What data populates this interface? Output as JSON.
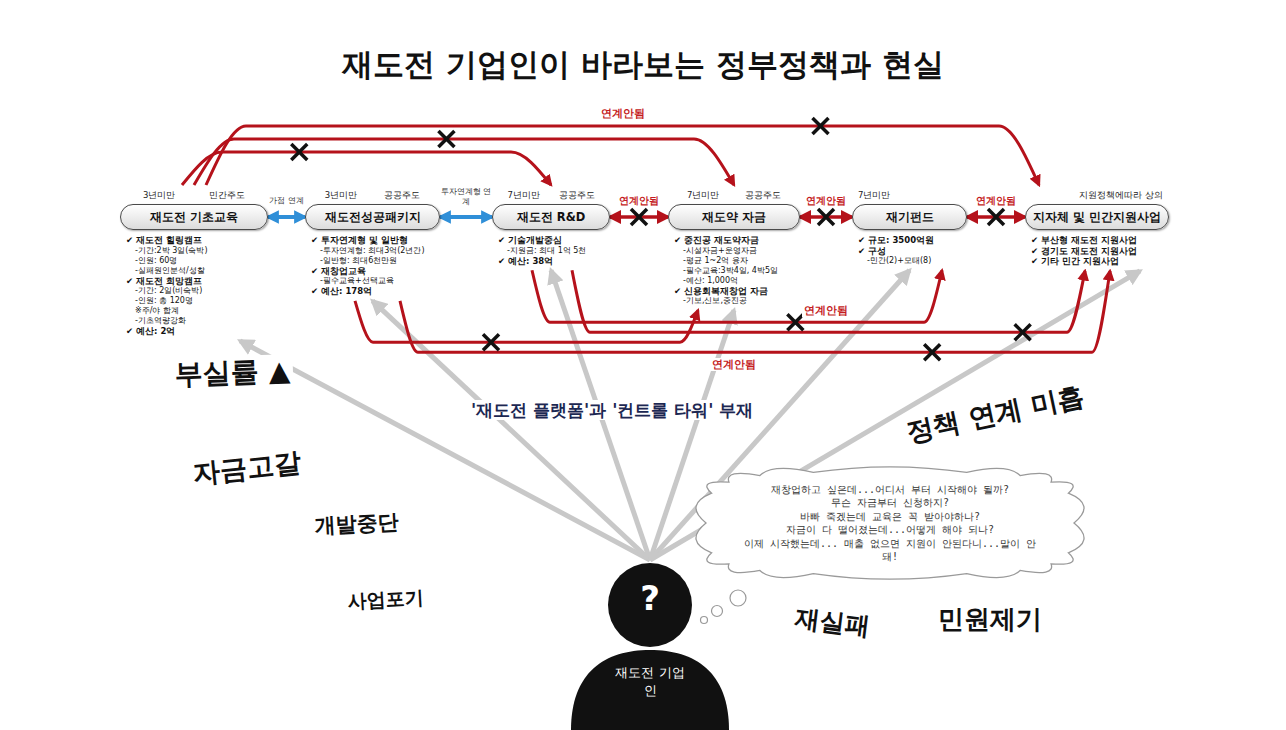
{
  "diagram": {
    "title": "재도전 기업인이 바라보는 정부정책과 현실",
    "nodes": [
      {
        "text": [
          "3년미만",
          "민간주도",
          "재도전 기초교육",
          "✔ 재도전 힐링캠프",
          "-기간:2박 3일(숙박)",
          "-인원: 60명",
          "-실패원인분석/성찰",
          "✔ 재도전 희망캠프",
          "-기간: 2일(비숙박)",
          "-인원: 총 120명",
          "※주/야 합계",
          "-기초역량강화",
          "✔ 예산: 2억"
        ]
      },
      {
        "text": [
          "3년미만",
          "공공주도",
          "재도전성공패키지",
          "✔ 투자연계형 및 일반형",
          "-투자연계형: 최대3억(2년간)",
          "-일반형: 최대6천만원",
          "✔ 재창업교육",
          "-필수교육+선택교육",
          "✔ 예산: 178억"
        ]
      },
      {
        "text": [
          "7년미만",
          "공공주도",
          "재도전 R&D",
          "✔ 기술개발중심",
          "-지원금: 최대 1억 5천",
          "✔ 예산: 38억"
        ]
      },
      {
        "text": [
          "7년미만",
          "공공주도",
          "재도약 자금",
          "✔ 중진공 재도약자금",
          "-시설자금+운영자금",
          "-평균 1~2억 융자",
          "-필수교육:3박4일, 4박5일",
          "-예산: 1,000억",
          "✔ 신용회복재창업 자금",
          "-기보,신보,중진공"
        ]
      },
      {
        "text": [
          "7년미만",
          "재기펀드",
          "✔ 규모: 3500억원",
          "✔ 구성",
          "-민간(2)+모태(8)"
        ]
      },
      {
        "text": [
          "지원정책에따라 상의",
          "지자체 및 민간지원사업",
          "✔ 부산형 재도전 지원사업",
          "✔ 경기도 재도전 지원사업",
          "✔ 기타 민간 지원사업"
        ]
      },
      {
        "text": [
          "재창업하고 싶은데...어디서 부터 시작해야 될까?",
          "무슨 자금부터 신청하지?",
          "바빠 죽겠는데 교육은 꼭 받아야하나?",
          "자금이 다 떨어졌는데...어떻게 해야 되나?",
          "이제 시작했는데... 매출 없으면 지원이 안된다니...말이 안돼!"
        ]
      },
      {
        "text": [
          "?",
          "재도전 기업인"
        ]
      }
    ],
    "edges": [
      {
        "from": 0,
        "to": 1,
        "arrow": "both",
        "label": "가점 연계"
      },
      {
        "from": 1,
        "to": 2,
        "arrow": "both",
        "label": "투자연계형 연계"
      },
      {
        "from": 2,
        "to": 3,
        "arrow": "both",
        "label": "연계안됨"
      },
      {
        "from": 3,
        "to": 4,
        "arrow": "both",
        "label": "연계안됨"
      },
      {
        "from": 4,
        "to": 5,
        "arrow": "both",
        "label": "연계안됨"
      },
      {
        "from": 0,
        "to": 2,
        "arrow": "to"
      },
      {
        "from": 0,
        "to": 3,
        "arrow": "to"
      },
      {
        "from": 0,
        "to": 5,
        "arrow": "to",
        "label": "연계안됨"
      },
      {
        "from": 2,
        "to": 4,
        "arrow": "to",
        "label": "연계안됨"
      },
      {
        "from": 2,
        "to": 5,
        "arrow": "to"
      },
      {
        "from": 1,
        "to": 3,
        "arrow": "to",
        "label": "연계안됨"
      },
      {
        "from": 1,
        "to": 5,
        "arrow": "to"
      },
      {
        "from": 7,
        "to": 0,
        "arrow": "to"
      },
      {
        "from": 7,
        "to": 1,
        "arrow": "to"
      },
      {
        "from": 7,
        "to": 2,
        "arrow": "to"
      },
      {
        "from": 7,
        "to": 3,
        "arrow": "to"
      },
      {
        "from": 7,
        "to": 4,
        "arrow": "to"
      },
      {
        "from": 7,
        "to": 5,
        "arrow": "to"
      }
    ],
    "labels": [
      "부실률 ▲",
      "'재도전 플랫폼'과 '컨트롤 타워' 부재",
      "정책 연계 미흡",
      "자금고갈",
      "개발중단",
      "사업포기",
      "재실패",
      "민원제기"
    ]
  }
}
